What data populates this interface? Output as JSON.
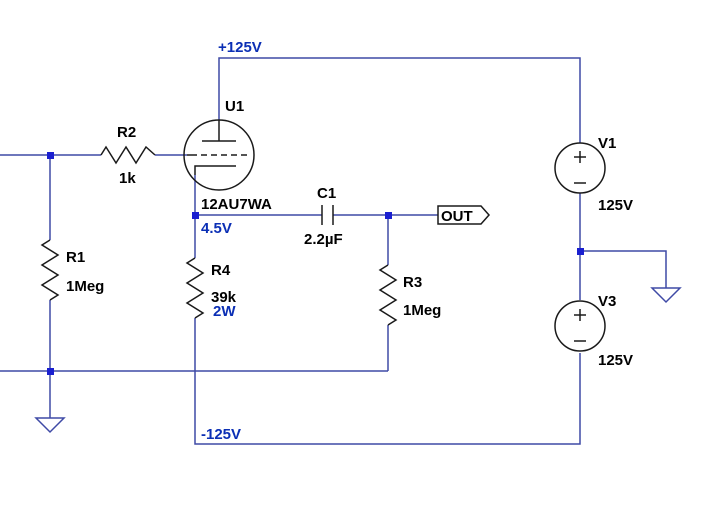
{
  "schematic": {
    "nets": {
      "positive_rail": "+125V",
      "negative_rail": "-125V",
      "cathode_voltage": "4.5V"
    },
    "output_port": {
      "label": "OUT"
    },
    "tube": {
      "ref": "U1",
      "part": "12AU7WA"
    },
    "resistors": {
      "r1": {
        "ref": "R1",
        "value": "1Meg"
      },
      "r2": {
        "ref": "R2",
        "value": "1k"
      },
      "r3": {
        "ref": "R3",
        "value": "1Meg"
      },
      "r4": {
        "ref": "R4",
        "value": "39k",
        "power": "2W"
      }
    },
    "capacitor": {
      "ref": "C1",
      "value": "2.2µF"
    },
    "sources": {
      "v1": {
        "ref": "V1",
        "value": "125V"
      },
      "v3": {
        "ref": "V3",
        "value": "125V"
      }
    },
    "colors": {
      "wire": "#3f4aa6",
      "component": "#1a1a1a",
      "junction": "#1a1fd0",
      "net_label": "#0b2fb5",
      "text": "#000000"
    }
  }
}
